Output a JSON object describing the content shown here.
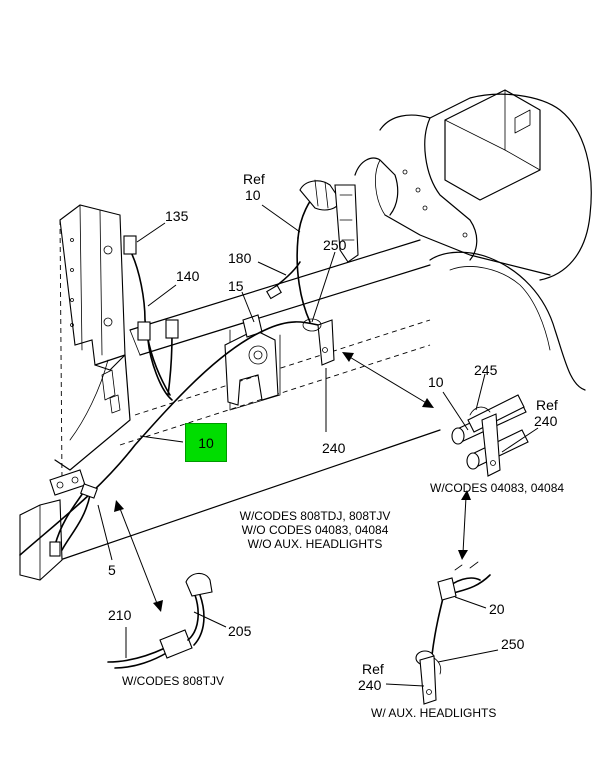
{
  "diagram": {
    "callouts": {
      "c135": "135",
      "c140": "140",
      "c180": "180",
      "c15": "15",
      "ref10_ref": "Ref",
      "ref10_num": "10",
      "c250_top": "250",
      "c240_mid": "240",
      "c10_highlight": "10",
      "c5": "5",
      "c210": "210",
      "c205": "205",
      "c10_right": "10",
      "c245": "245",
      "ref240_ref": "Ref",
      "ref240_num": "240",
      "c20": "20",
      "c250_bottom": "250",
      "ref240b_ref": "Ref",
      "ref240b_num": "240"
    },
    "captions": {
      "center_line1": "W/CODES 808TDJ, 808TJV",
      "center_line2": "W/O CODES 04083, 04084",
      "center_line3": "W/O AUX. HEADLIGHTS",
      "right": "W/CODES 04083, 04084",
      "bottom_left": "W/CODES 808TJV",
      "bottom_right": "W/ AUX. HEADLIGHTS"
    },
    "highlight_color": "#00dd00"
  }
}
